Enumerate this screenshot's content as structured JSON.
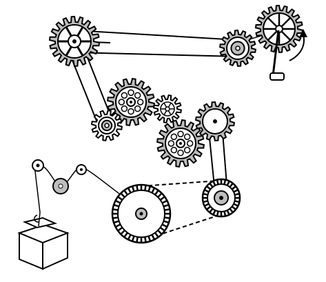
{
  "colors": {
    "ink": "#000000",
    "gear_fill": "#bdbdbd",
    "background": "#ffffff"
  },
  "gears": [
    {
      "name": "gear-large-top-left",
      "icon": "gear-icon"
    },
    {
      "name": "gear-top-right-small",
      "icon": "gear-icon"
    },
    {
      "name": "gear-crank-wheel",
      "icon": "gear-icon"
    },
    {
      "name": "gear-center-large",
      "icon": "gear-icon"
    },
    {
      "name": "gear-center-small",
      "icon": "gear-icon"
    },
    {
      "name": "gear-left-small",
      "icon": "gear-icon"
    },
    {
      "name": "gear-lower-center",
      "icon": "gear-icon"
    },
    {
      "name": "gear-right-pulley",
      "icon": "gear-icon"
    }
  ],
  "parts": {
    "crank_handle": "crank-handle-icon",
    "rotation_arrow": "rotation-arrow-icon",
    "box": "box-icon",
    "hook": "hook-icon",
    "large_pulley": "pulley-icon",
    "small_pulley": "pulley-icon"
  }
}
